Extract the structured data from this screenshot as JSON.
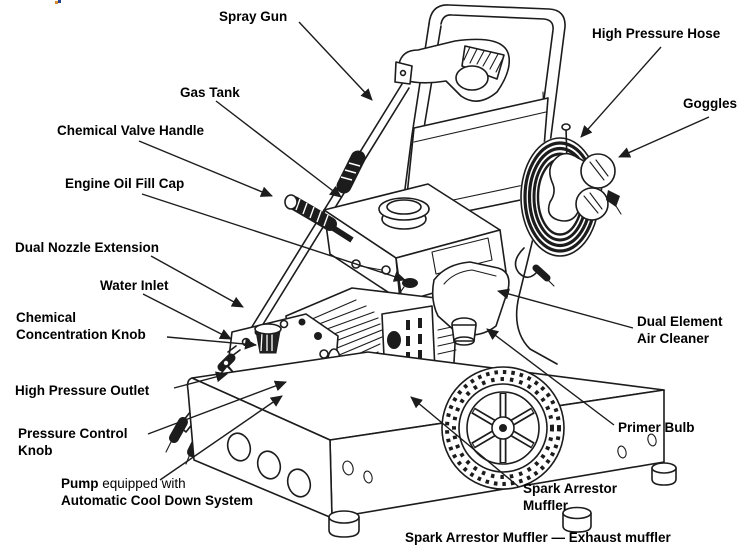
{
  "page": {
    "background": "#ffffff",
    "ink": "#1c1c1c"
  },
  "diagram": {
    "type": "labeled-parts-diagram",
    "subject": "pressure-washer",
    "labels": {
      "spray_gun": "Spray Gun",
      "high_pressure_hose": "High Pressure Hose",
      "goggles": "Goggles",
      "gas_tank": "Gas Tank",
      "chemical_valve_handle": "Chemical Valve Handle",
      "engine_oil_fill_cap": "Engine Oil Fill Cap",
      "dual_nozzle_extension": "Dual Nozzle Extension",
      "water_inlet": "Water Inlet",
      "chemical_concentration_knob_line1": "Chemical",
      "chemical_concentration_knob_line2": "Concentration Knob",
      "high_pressure_outlet": "High Pressure Outlet",
      "pressure_control_knob_line1": "Pressure Control",
      "pressure_control_knob_line2": "Knob",
      "pump_bold": "Pump",
      "pump_regular": " equipped with",
      "pump_line2": "Automatic Cool Down System",
      "dual_element_air_cleaner_line1": "Dual Element",
      "dual_element_air_cleaner_line2": "Air Cleaner",
      "primer_bulb": "Primer Bulb",
      "spark_arrestor_muffler_line1": "Spark Arrestor",
      "spark_arrestor_muffler_line2": "Muffler"
    },
    "partial_bottom_caption": "Spark Arrestor Muffler — Exhaust muffler"
  }
}
